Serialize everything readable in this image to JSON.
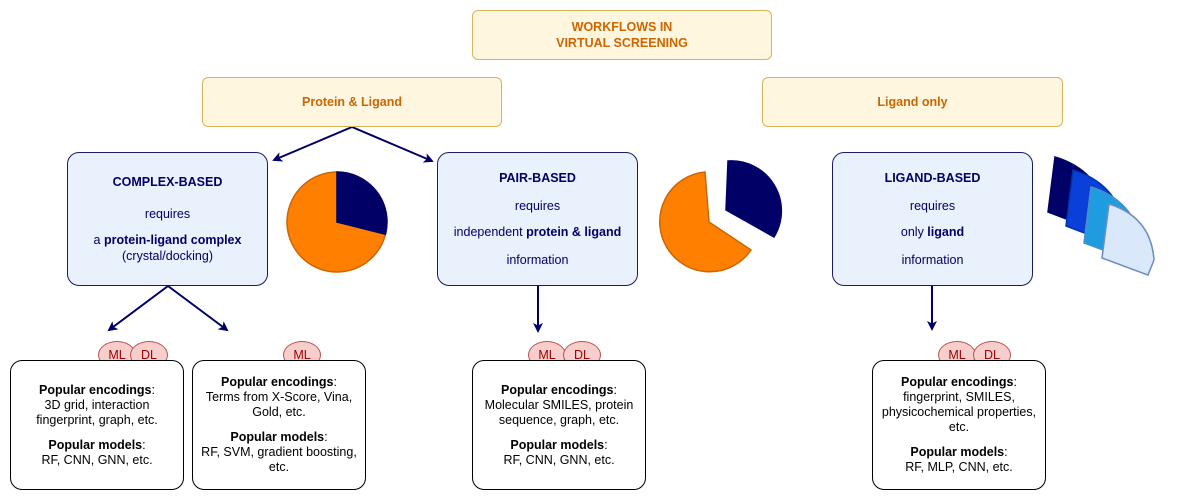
{
  "title": {
    "line1": "WORKFLOWS IN",
    "line2": "VIRTUAL SCREENING"
  },
  "categories": {
    "protein_ligand": "Protein & Ligand",
    "ligand_only": "Ligand only"
  },
  "complex": {
    "title": "COMPLEX-BASED",
    "requires": "requires",
    "prefix": "a ",
    "bold": "protein-ligand complex",
    "sub": "(crystal/docking)"
  },
  "pair": {
    "title": "PAIR-BASED",
    "requires": "requires",
    "prefix": "independent ",
    "bold": "protein & ligand",
    "info": "information"
  },
  "ligand": {
    "title": "LIGAND-BASED",
    "requires": "requires",
    "prefix": "only ",
    "bold": "ligand",
    "info": "information"
  },
  "tags": {
    "ml": "ML",
    "dl": "DL"
  },
  "common": {
    "enc_label": "Popular encodings",
    "model_label": "Popular models",
    "colon": ":"
  },
  "cards": {
    "complex_dl": {
      "encodings": "3D grid, interaction fingerprint, graph, etc.",
      "models": "RF, CNN, GNN, etc."
    },
    "complex_ml": {
      "encodings": "Terms from X-Score, Vina, Gold, etc.",
      "models": "RF, SVM, gradient boosting, etc."
    },
    "pair": {
      "encodings": "Molecular SMILES, protein sequence, graph, etc.",
      "models": "RF, CNN, GNN, etc."
    },
    "ligand": {
      "encodings": "fingerprint, SMILES, physicochemical properties, etc.",
      "models": "RF, MLP, CNN, etc."
    }
  },
  "colors": {
    "accent": "#cc6600",
    "navy": "#000066",
    "orange": "#ff8000",
    "tag_fill": "#f8cecc"
  }
}
